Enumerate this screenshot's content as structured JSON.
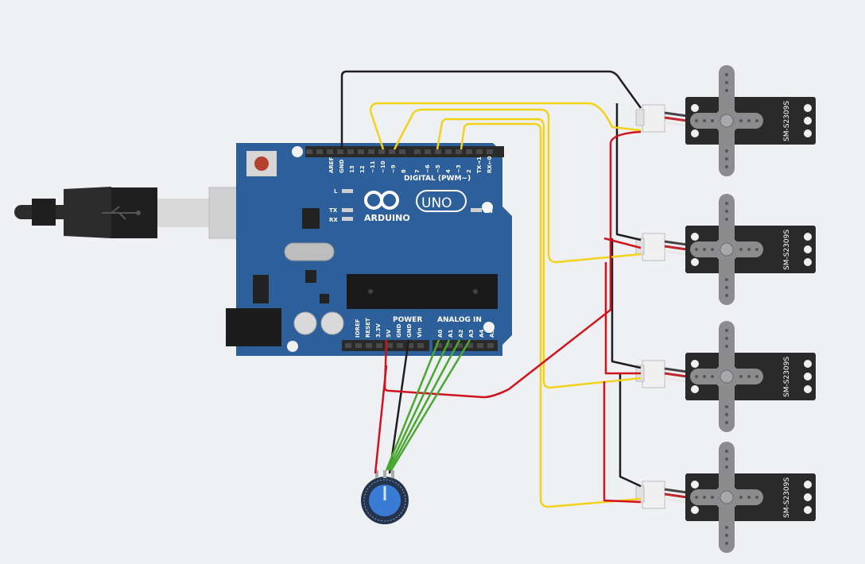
{
  "board": {
    "brand": "ARDUINO",
    "model": "UNO",
    "on_label": "ON",
    "l_label": "L",
    "tx_label": "TX",
    "rx_label": "RX",
    "digital_label": "DIGITAL (PWM~)",
    "power_label": "POWER",
    "analog_label": "ANALOG IN",
    "digital_pins": [
      "AREF",
      "GND",
      "13",
      "12",
      "~11",
      "~10",
      "~9",
      "8",
      "7",
      "~6",
      "~5",
      "4",
      "~3",
      "2",
      "TX→1",
      "RX←0"
    ],
    "power_pins": [
      "IOREF",
      "RESET",
      "3.3V",
      "5V",
      "GND",
      "GND",
      "Vin"
    ],
    "analog_pins": [
      "A0",
      "A1",
      "A2",
      "A3",
      "A4",
      "A5"
    ]
  },
  "servos": [
    {
      "label": "SM-S2309S"
    },
    {
      "label": "SM-S2309S"
    },
    {
      "label": "SM-S2309S"
    },
    {
      "label": "SM-S2309S"
    }
  ],
  "colors": {
    "background": "#eef0f3",
    "board": "#2d5f9a",
    "wire_black": "#1e1e1e",
    "wire_red": "#d0141d",
    "wire_yellow": "#f2d21a",
    "wire_green": "#4aa832",
    "servo_body": "#2a2a2a",
    "servo_horn": "#8c8c8e",
    "knob": "#3a7bd5"
  },
  "icons": [
    "usb-cable-icon",
    "usb-symbol-icon",
    "arduino-logo-icon",
    "potentiometer-icon"
  ]
}
